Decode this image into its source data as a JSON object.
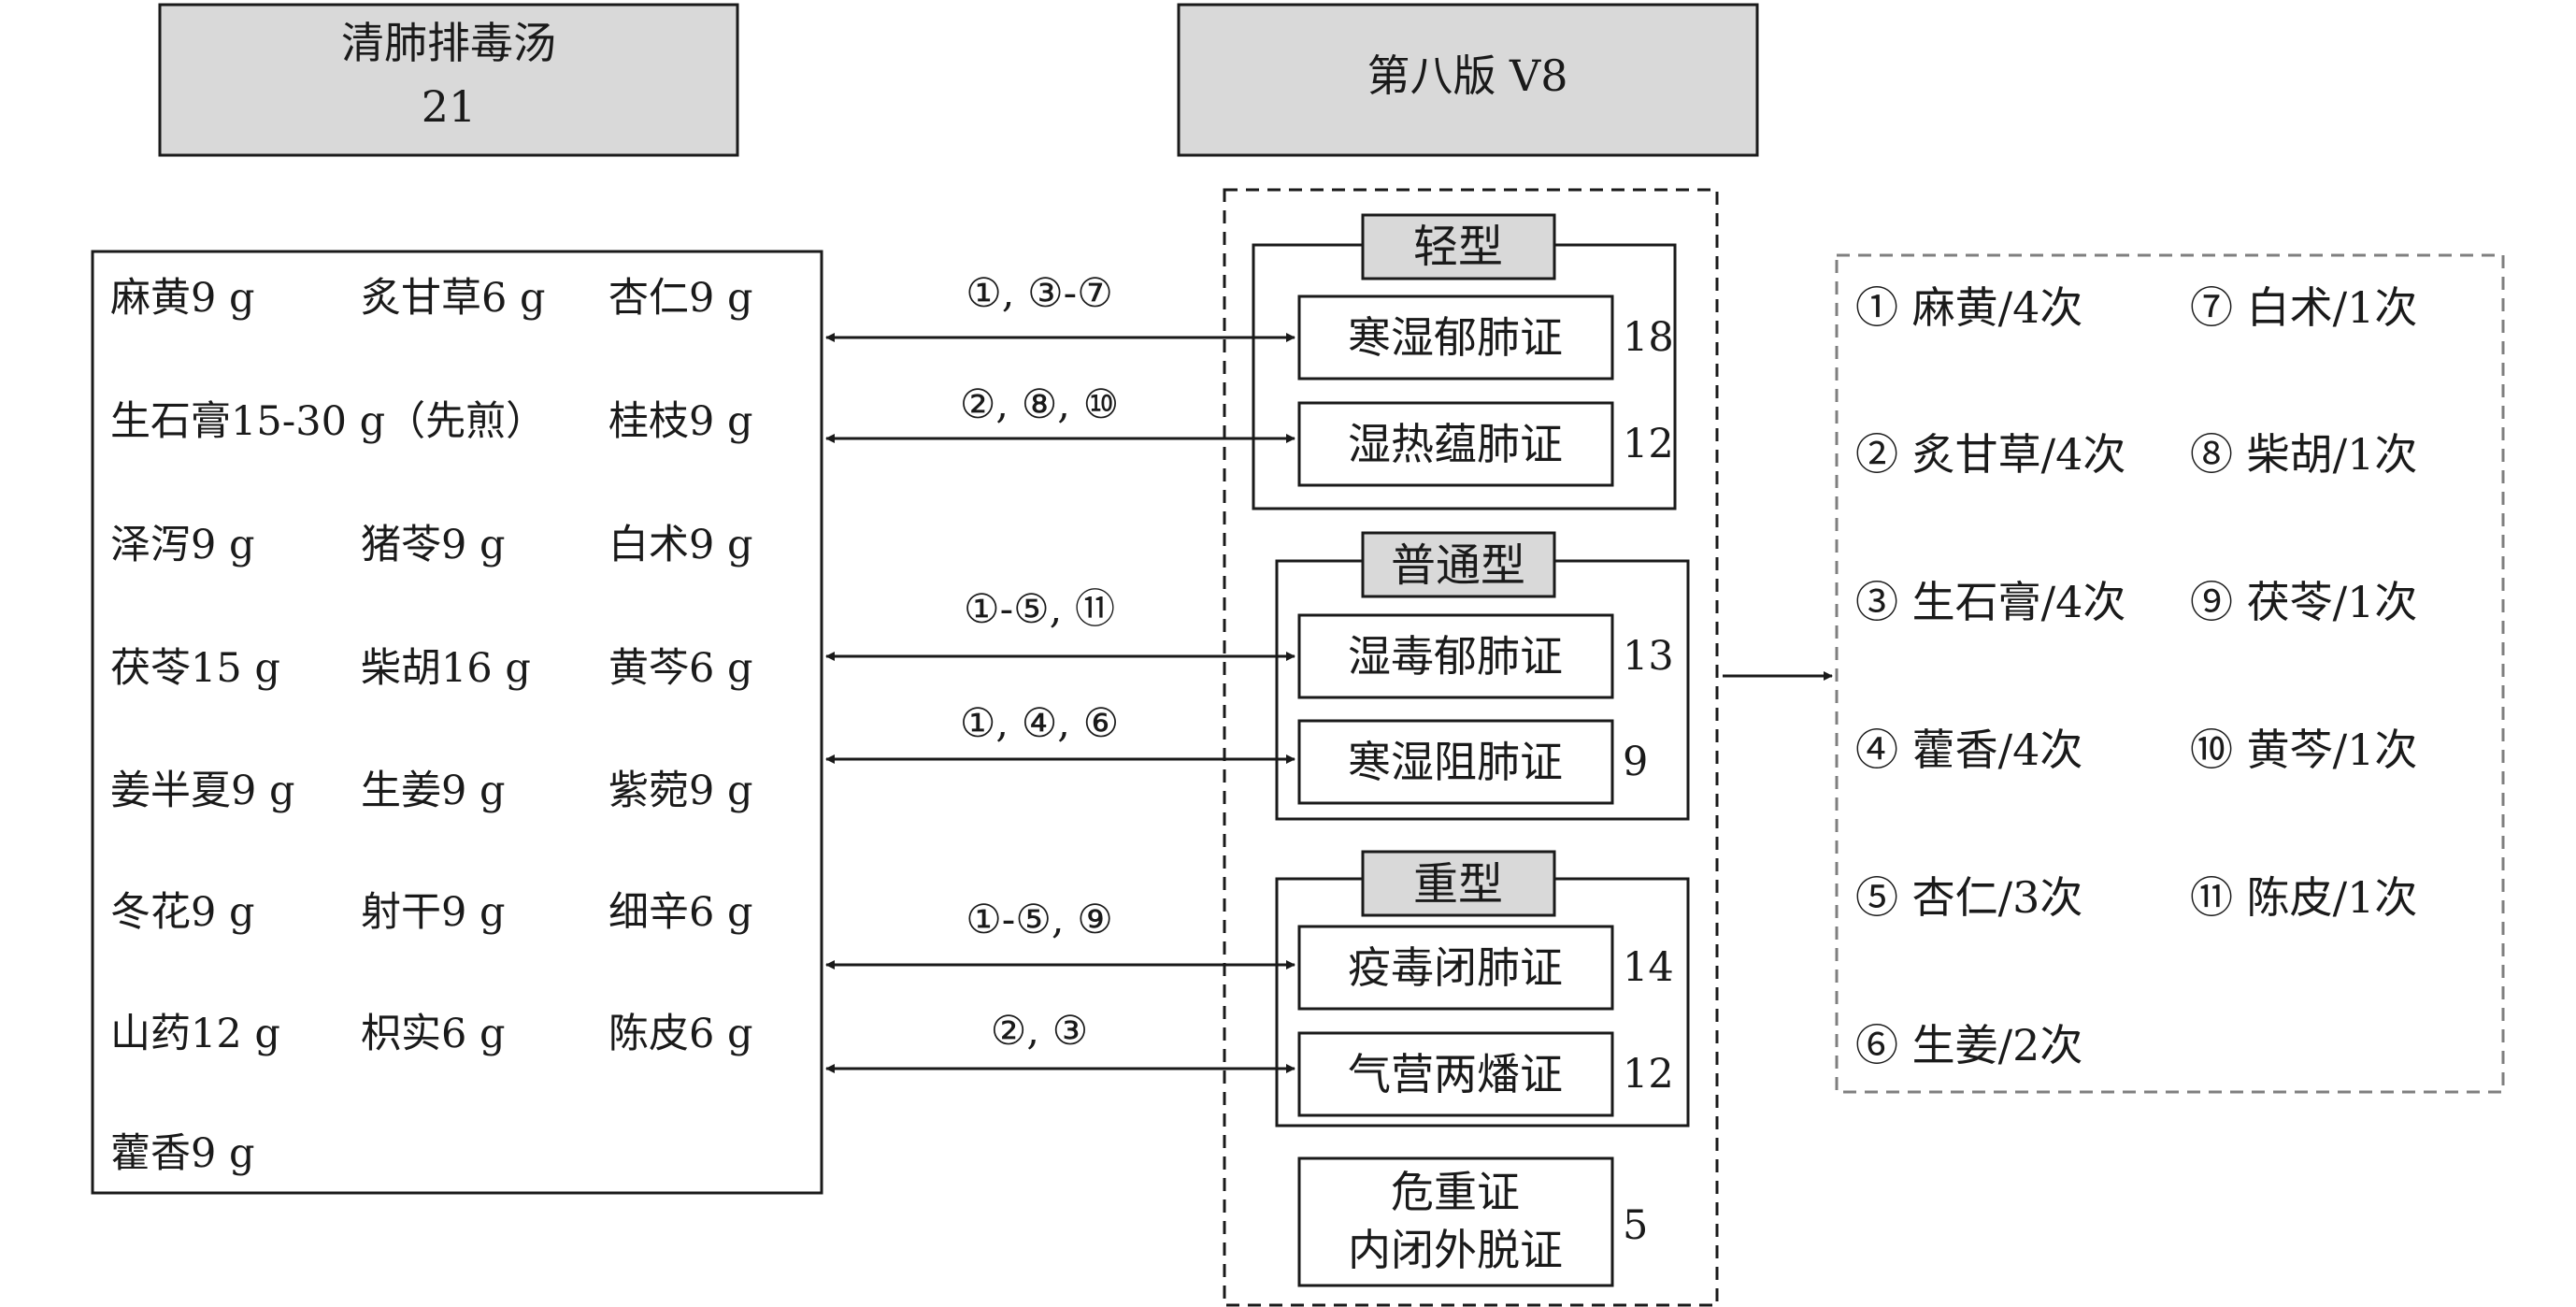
{
  "formula": {
    "name": "清肺排毒汤",
    "herb_count": "21",
    "herbs": [
      [
        "麻黄9 g",
        "炙甘草6 g",
        "杏仁9 g"
      ],
      [
        "生石膏15-30 g（先煎）",
        "桂枝9 g"
      ],
      [
        "泽泻9 g",
        "猪苓9 g",
        "白术9 g"
      ],
      [
        "茯苓15 g",
        "柴胡16 g",
        "黄芩6 g"
      ],
      [
        "姜半夏9 g",
        "生姜9 g",
        "紫菀9 g"
      ],
      [
        "冬花9 g",
        "射干9 g",
        "细辛6 g"
      ],
      [
        "山药12 g",
        "枳实6 g",
        "陈皮6 g"
      ],
      [
        "藿香9 g"
      ]
    ]
  },
  "guideline": {
    "title": "第八版 V8"
  },
  "groups": [
    {
      "name": "轻型",
      "syndromes": [
        {
          "name": "寒湿郁肺证",
          "count": "18",
          "link_label": "①, ③-⑦"
        },
        {
          "name": "湿热蕴肺证",
          "count": "12",
          "link_label": "②, ⑧, ⑩"
        }
      ]
    },
    {
      "name": "普通型",
      "syndromes": [
        {
          "name": "湿毒郁肺证",
          "count": "13",
          "link_label": "①-⑤, ⑪"
        },
        {
          "name": "寒湿阻肺证",
          "count": "9",
          "link_label": "①, ④, ⑥"
        }
      ]
    },
    {
      "name": "重型",
      "syndromes": [
        {
          "name": "疫毒闭肺证",
          "count": "14",
          "link_label": "①-⑤, ⑨"
        },
        {
          "name": "气营两燔证",
          "count": "12",
          "link_label": "②, ③"
        }
      ]
    }
  ],
  "critical": {
    "line1": "危重证",
    "line2": "内闭外脱证",
    "count": "5"
  },
  "legend": [
    [
      "① 麻黄/4次",
      "⑦ 白术/1次"
    ],
    [
      "② 炙甘草/4次",
      "⑧ 柴胡/1次"
    ],
    [
      "③ 生石膏/4次",
      "⑨ 茯苓/1次"
    ],
    [
      "④ 藿香/4次",
      "⑩ 黄芩/1次"
    ],
    [
      "⑤ 杏仁/3次",
      "⑪  陈皮/1次"
    ],
    [
      "⑥ 生姜/2次"
    ]
  ],
  "colors": {
    "header_fill": "#d9d9d9",
    "stroke": "#1a1a1a",
    "legend_border": "#7f7f7f"
  }
}
